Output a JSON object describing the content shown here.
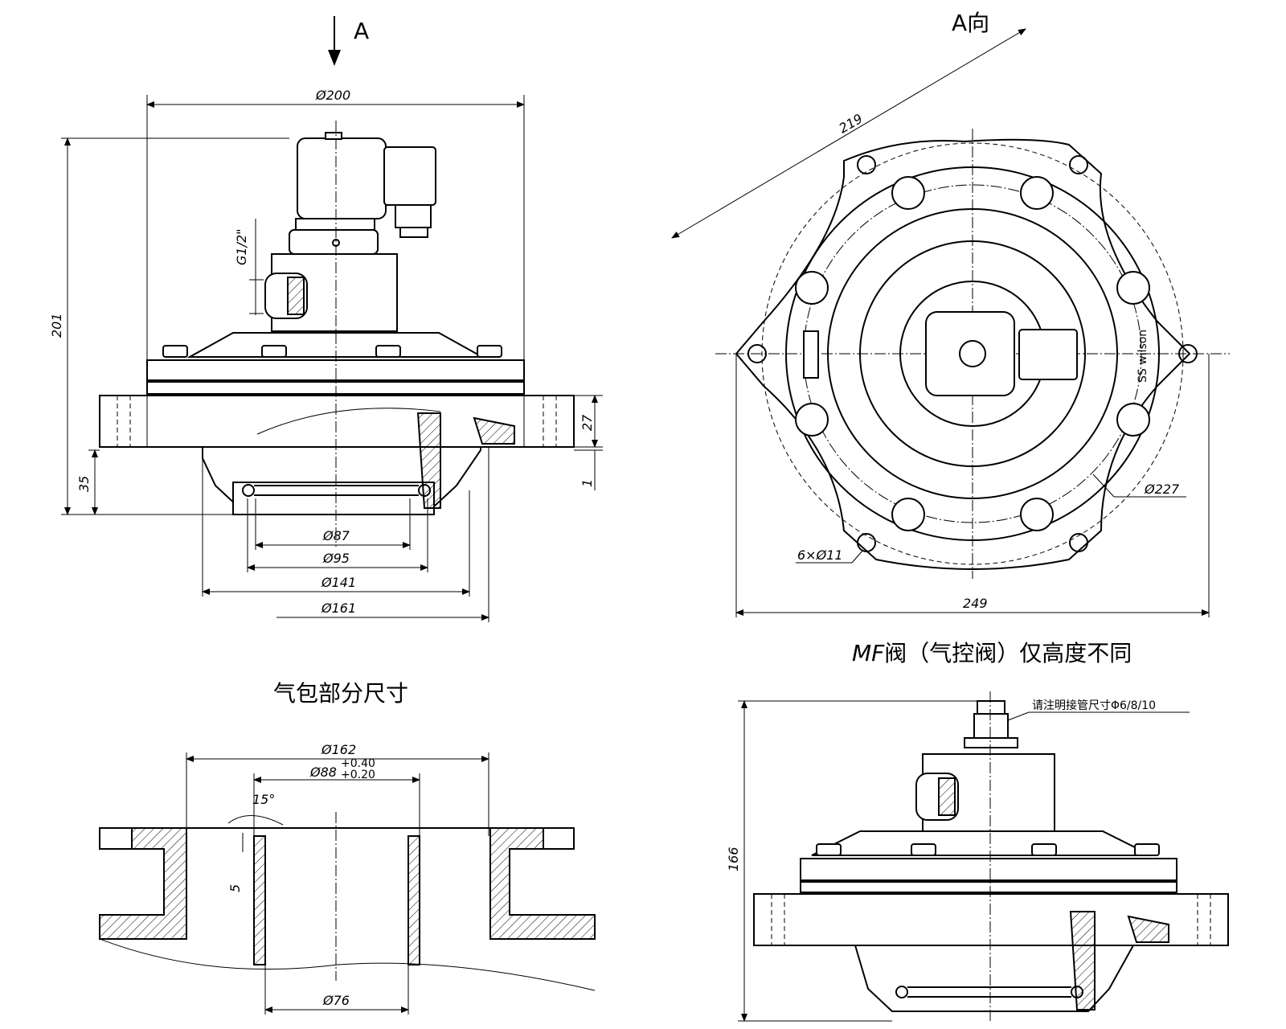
{
  "views": {
    "front": {
      "arrow_label": "A",
      "dim_width": "Ø200",
      "dim_height": "201",
      "dim_port": "G1/2\"",
      "dim_flange": "27",
      "dim_base": "35",
      "dim_gap": "1",
      "dim_d87": "Ø87",
      "dim_d95": "Ø95",
      "dim_d141": "Ø141",
      "dim_d161": "Ø161"
    },
    "top": {
      "title": "A向",
      "dim_diag": "219",
      "dim_bolt_circle": "Ø227",
      "dim_holes": "6×Ø11",
      "dim_width": "249",
      "logo_text": "SS wilson"
    },
    "header": {
      "title": "气包部分尺寸",
      "dim_d162": "Ø162",
      "dim_d88": "Ø88",
      "tol_upper": "+0.40",
      "tol_lower": "+0.20",
      "dim_angle": "15°",
      "dim_depth": "5",
      "dim_d76": "Ø76"
    },
    "mf": {
      "title_prefix": "MF",
      "title_rest": "阀（气控阀）仅高度不同",
      "note": "请注明接管尺寸Φ6/8/10",
      "dim_height": "166"
    }
  }
}
